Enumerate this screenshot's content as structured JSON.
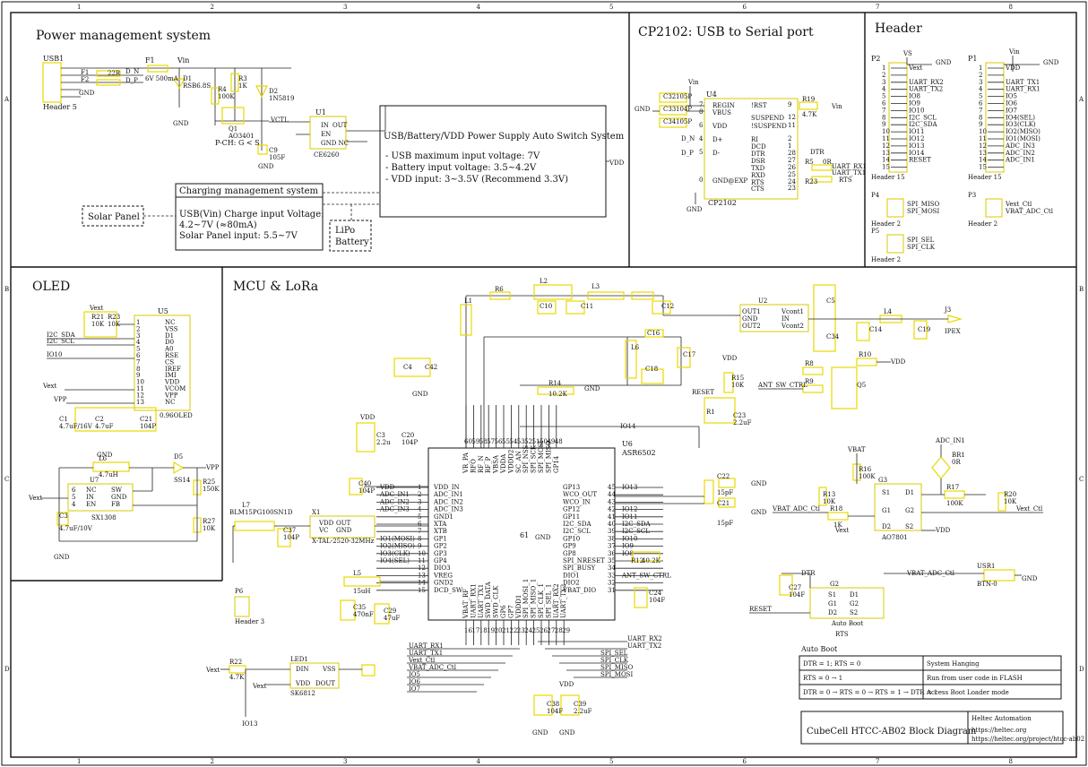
{
  "border": {
    "col_labels": [
      "1",
      "2",
      "3",
      "4",
      "5",
      "6",
      "7",
      "8"
    ],
    "row_labels": [
      "A",
      "B",
      "C",
      "D"
    ]
  },
  "sections": {
    "power": "Power management system",
    "usb_serial": "CP2102: USB to Serial port",
    "header": "Header",
    "oled": "OLED",
    "mcu": "MCU & LoRa"
  },
  "power": {
    "switch_box": {
      "title": "USB/Battery/VDD Power Supply Auto Switch System",
      "lines": [
        "- USB maximum input voltage: 7V",
        "- Battery input voltage: 3.5~4.2V",
        "- VDD input: 3~3.5V (Recommend 3.3V)"
      ]
    },
    "charging_box": {
      "title": "Charging management system",
      "lines": [
        "USB(Vin) Charge input Voltage:",
        "4.2~7V (≈80mA)",
        "Solar Panel input: 5.5~7V"
      ]
    },
    "solar_panel": "Solar Panel",
    "lipo": [
      "LiPo",
      "Battery"
    ],
    "parts": [
      "USB1",
      "Header 5",
      "F1",
      "6V 500mA",
      "Vin",
      "D1",
      "RSB6.8S",
      "R3",
      "1K",
      "R4",
      "100K",
      "D2",
      "1N5819",
      "Q1",
      "AO3401",
      "P-CH: G < S",
      "U1",
      "CE6260",
      "C9",
      "105F",
      "VCTL",
      "VDD",
      "GND",
      "D_N",
      "D_P",
      "22R"
    ],
    "pmos_note": "P-CH: G < S"
  },
  "cp2102": {
    "chip": "U4",
    "name": "CP2102",
    "left_pins": [
      "REGIN",
      "VBUS",
      "VDD",
      "D+",
      "D-",
      "GND@EXP"
    ],
    "right_pins": [
      "!RST",
      "SUSPEND",
      "!SUSPEND",
      "RI",
      "DCD",
      "DTR",
      "DSR",
      "TXD",
      "RXD",
      "RTS",
      "CTS"
    ],
    "left_nums": [
      "7",
      "8",
      "6",
      "4",
      "5",
      "0"
    ],
    "right_nums": [
      "9",
      "12",
      "11",
      "2",
      "1",
      "28",
      "27",
      "26",
      "25",
      "24",
      "23"
    ],
    "labels": [
      "C32",
      "105P",
      "C33",
      "104P",
      "C34",
      "105P",
      "R19",
      "4.7K",
      "Vin",
      "DTR",
      "UART_RX1",
      "UART_TX1",
      "RTS",
      "R5",
      "0R",
      "R23",
      "GND",
      "D_N",
      "D_P"
    ]
  },
  "header": {
    "p2": {
      "ref": "P2",
      "title": "Header 15",
      "top": "VS",
      "pins": [
        "1",
        "2",
        "3",
        "4",
        "5",
        "6",
        "7",
        "8",
        "9",
        "10",
        "11",
        "12",
        "13",
        "14",
        "15"
      ],
      "nets": [
        "Vext",
        "",
        "UART_RX2",
        "UART_TX2",
        "IO8",
        "IO9",
        "IO10",
        "I2C_SCL",
        "I2C_SDA",
        "IO11",
        "IO12",
        "IO13",
        "IO14",
        "RESET",
        ""
      ]
    },
    "p1": {
      "ref": "P1",
      "title": "Header 15",
      "top": "Vin",
      "pins": [
        "1",
        "2",
        "3",
        "4",
        "5",
        "6",
        "7",
        "8",
        "9",
        "10",
        "11",
        "12",
        "13",
        "14",
        "15"
      ],
      "nets": [
        "VDD",
        "",
        "UART_TX1",
        "UART_RX1",
        "IO5",
        "IO6",
        "IO7",
        "IO4(SEL)",
        "IO3(CLK)",
        "IO2(MISO)",
        "IO1(MOSI)",
        "ADC_IN3",
        "ADC_IN2",
        "ADC_IN1",
        ""
      ]
    },
    "p4": {
      "ref": "P4",
      "title": "Header 2",
      "nets": [
        "SPI_MISO",
        "SPI_MOSI"
      ]
    },
    "p3": {
      "ref": "P3",
      "title": "Header 2",
      "nets": [
        "Vext_Ctl",
        "VBAT_ADC_Ctl"
      ]
    },
    "p5": {
      "ref": "P5",
      "title": "Header 2",
      "nets": [
        "SPI_SEL",
        "SPI_CLK"
      ]
    }
  },
  "oled": {
    "chip": "U5",
    "chip_name": "0.96OLED",
    "pins": [
      "NC",
      "VSS",
      "D1",
      "D0",
      "A0",
      "RSE",
      "CS",
      "IREF",
      "IMI",
      "VDD",
      "VCOM",
      "VPP",
      "NC"
    ],
    "nets": [
      "I2C_SDA",
      "I2C_SCL",
      "IO10",
      "Vext",
      "VPP"
    ],
    "parts": [
      "R21",
      "10K",
      "R23",
      "10K",
      "Vext",
      "C1",
      "4.7uF/16V",
      "C2",
      "4.7uF",
      "C21",
      "104P",
      "GND"
    ],
    "boost_chip": "U7",
    "boost_name": "SX1308",
    "boost_pins": [
      "NC",
      "IN",
      "EN",
      "SW",
      "GND",
      "FB"
    ],
    "boost_parts": [
      "L6",
      "4.7uH",
      "D5",
      "SS14",
      "R25",
      "150K",
      "R27",
      "10K",
      "C3",
      "4.7uF/10V",
      "VPP",
      "Vext",
      "GND"
    ]
  },
  "mcu": {
    "chip": "U6",
    "chip_name": "ASR6502",
    "left_pins": [
      "VDD_IN",
      "ADC_IN1",
      "ADC_IN2",
      "ADC_IN3",
      "GND1",
      "XTA",
      "XTB",
      "GP1",
      "GP2",
      "GP3",
      "GP4",
      "DIO3",
      "VREG",
      "GND2",
      "DCD_SW"
    ],
    "left_nets": [
      "VDD",
      "ADC_IN1",
      "ADC_IN2",
      "ADC_IN3",
      "",
      "",
      "",
      "IO1(MOSI)",
      "IO2(MISO)",
      "IO3(CLK)",
      "IO4(SEL)",
      "",
      "",
      "",
      ""
    ],
    "right_pins": [
      "GP13",
      "WCO_OUT",
      "WCO_IN",
      "GP12",
      "GP11",
      "I2C_SDA",
      "I2C_SCL",
      "GP10",
      "GP9",
      "GP8",
      "SPI_NRESET",
      "SPI_BUSY",
      "DIO1",
      "DIO2",
      "VBAT_DIO"
    ],
    "right_nets": [
      "IO13",
      "",
      "",
      "IO12",
      "IO11",
      "I2C_SDA",
      "I2C_SCL",
      "IO10",
      "IO9",
      "IO8",
      "",
      "",
      "ANT_SW_CTRL",
      "",
      ""
    ],
    "top_pins": [
      "VR_PA",
      "RFO",
      "RF_N",
      "RF_P",
      "VBSA",
      "VDDA",
      "VDDD2",
      "SC_AN",
      "SPI_NSS",
      "SPI_SCK",
      "SPI_MOSI",
      "SPI_MISO",
      "GP14"
    ],
    "bottom_pins": [
      "VBAT_RF",
      "UART_RX1",
      "UART_TX1",
      "SWD_DATA",
      "SWD_CLK",
      "GP6",
      "GP7",
      "VDDD1",
      "SPI_MOSI_1",
      "SPI_MISO_1",
      "SPI_CLK_1",
      "SPI_SEL_1",
      "UART_RX2",
      "UART_TX2"
    ],
    "bottom_nets": [
      "UART_RX1",
      "UART_TX1",
      "Vext_Ctl",
      "VBAT_ADC_Ctl",
      "IO5",
      "IO6",
      "IO7",
      "UART_RX2",
      "UART_TX2",
      "SPI_SEL",
      "SPI_CLK",
      "SPI_MISO",
      "SPI_MOSI"
    ],
    "gnd_pad": "61",
    "xtal": {
      "ref": "X1",
      "name": "X-TAL-2520-32MHz",
      "pins": [
        "VDD",
        "OUT",
        "VC",
        "GND"
      ]
    },
    "parts": [
      "L7",
      "BLM15PG100SN1D",
      "C37",
      "104P",
      "C40",
      "104P",
      "C3",
      "2.2u",
      "C20",
      "104P",
      "C22",
      "15pF",
      "C21",
      "15pF",
      "L5",
      "15uH",
      "C35",
      "470nF",
      "C29",
      "47uF",
      "R14",
      "10.2K",
      "R1",
      "RESET",
      "R15",
      "10K",
      "C23",
      "2.2uF",
      "R12",
      "40.2K",
      "P6",
      "Header 3",
      "C38",
      "104F",
      "C39",
      "2.2uF",
      "C24",
      "104F",
      "R6",
      "L1",
      "L2",
      "L3",
      "L6",
      "C10",
      "C11",
      "C12",
      "C16",
      "C17",
      "C18",
      "C4",
      "C42",
      "IO14",
      "GND"
    ],
    "rf_switch": {
      "ref": "U2",
      "pins": [
        "OUT1",
        "GND",
        "OUT2",
        "Vcont1",
        "IN",
        "Vcont2"
      ],
      "parts": [
        "C5",
        "C34",
        "C14",
        "L4",
        "C19",
        "J3",
        "IPEX",
        "Q5",
        "R8",
        "R9",
        "R10",
        "ANT_SW_CTRL"
      ]
    },
    "led": {
      "ref": "LED1",
      "name": "SK6812",
      "pins": [
        "DIN",
        "VSS",
        "VDD",
        "DOUT"
      ],
      "parts": [
        "R22",
        "4.7K",
        "Vext",
        "IO13"
      ]
    },
    "auto_boot": {
      "ref": "G2",
      "name": "Auto Boot",
      "pins": [
        "S1",
        "D1",
        "G1",
        "G2",
        "D2",
        "S2"
      ],
      "nets": [
        "DTR",
        "RTS",
        "RESET",
        "VBAT_ADC_Ctl"
      ],
      "parts": [
        "C27",
        "104F",
        "USR1",
        "BTN-0"
      ]
    },
    "vbat_switch": {
      "ref": "G3",
      "name": "AO7801",
      "nets": [
        "VBAT",
        "ADC_IN1",
        "VBAT_ADC_Ctl",
        "Vext",
        "Vext_Ctl",
        "VDD"
      ],
      "parts": [
        "R16",
        "100K",
        "R13",
        "10K",
        "R18",
        "1K",
        "R17",
        "100K",
        "R20",
        "10K",
        "BR1",
        "0R"
      ]
    }
  },
  "auto_boot_table": {
    "title": "Auto Boot",
    "rows": [
      [
        "DTR = 1; RTS = 0",
        "System Hanging"
      ],
      [
        "RTS = 0 → 1",
        "Run from user code in FLASH"
      ],
      [
        "DTR = 0 → RTS = 0 → RTS = 1 → DTR = 1",
        "Access Boot Loader mode"
      ]
    ]
  },
  "title_block": {
    "title": "CubeCell HTCC-AB02 Block Diagram",
    "company": "Heltec Automation",
    "url1": "https://heltec.org",
    "url2": "https://heltec.org/project/htcc-ab02"
  }
}
